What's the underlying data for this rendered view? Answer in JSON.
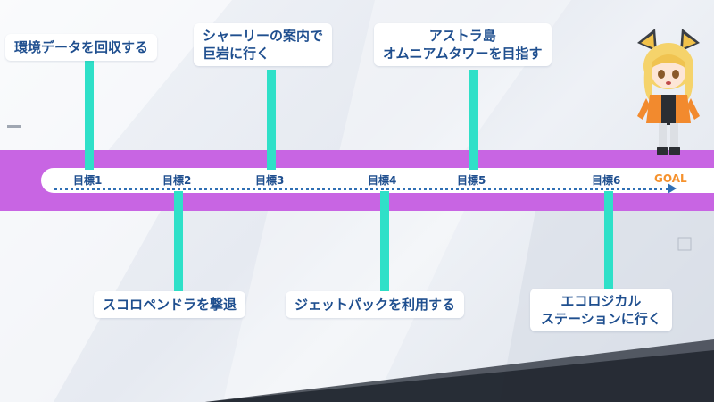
{
  "goals": [
    {
      "node": "目標1",
      "lines": [
        "環境データを回収する"
      ]
    },
    {
      "node": "目標2",
      "lines": [
        "スコロペンドラを撃退"
      ]
    },
    {
      "node": "目標3",
      "lines": [
        "シャーリーの案内で",
        "巨岩に行く"
      ]
    },
    {
      "node": "目標4",
      "lines": [
        "ジェットパックを利用する"
      ]
    },
    {
      "node": "目標5",
      "lines": [
        "アストラ島",
        "オムニアムタワーを目指す"
      ]
    },
    {
      "node": "目標6",
      "lines": [
        "エコロジカル",
        "ステーションに行く"
      ]
    }
  ],
  "goal_label": "GOAL",
  "colors": {
    "band": "#c865e3",
    "stem": "#2fe0c8",
    "text": "#1f4f8f",
    "goal": "#f5922e"
  }
}
